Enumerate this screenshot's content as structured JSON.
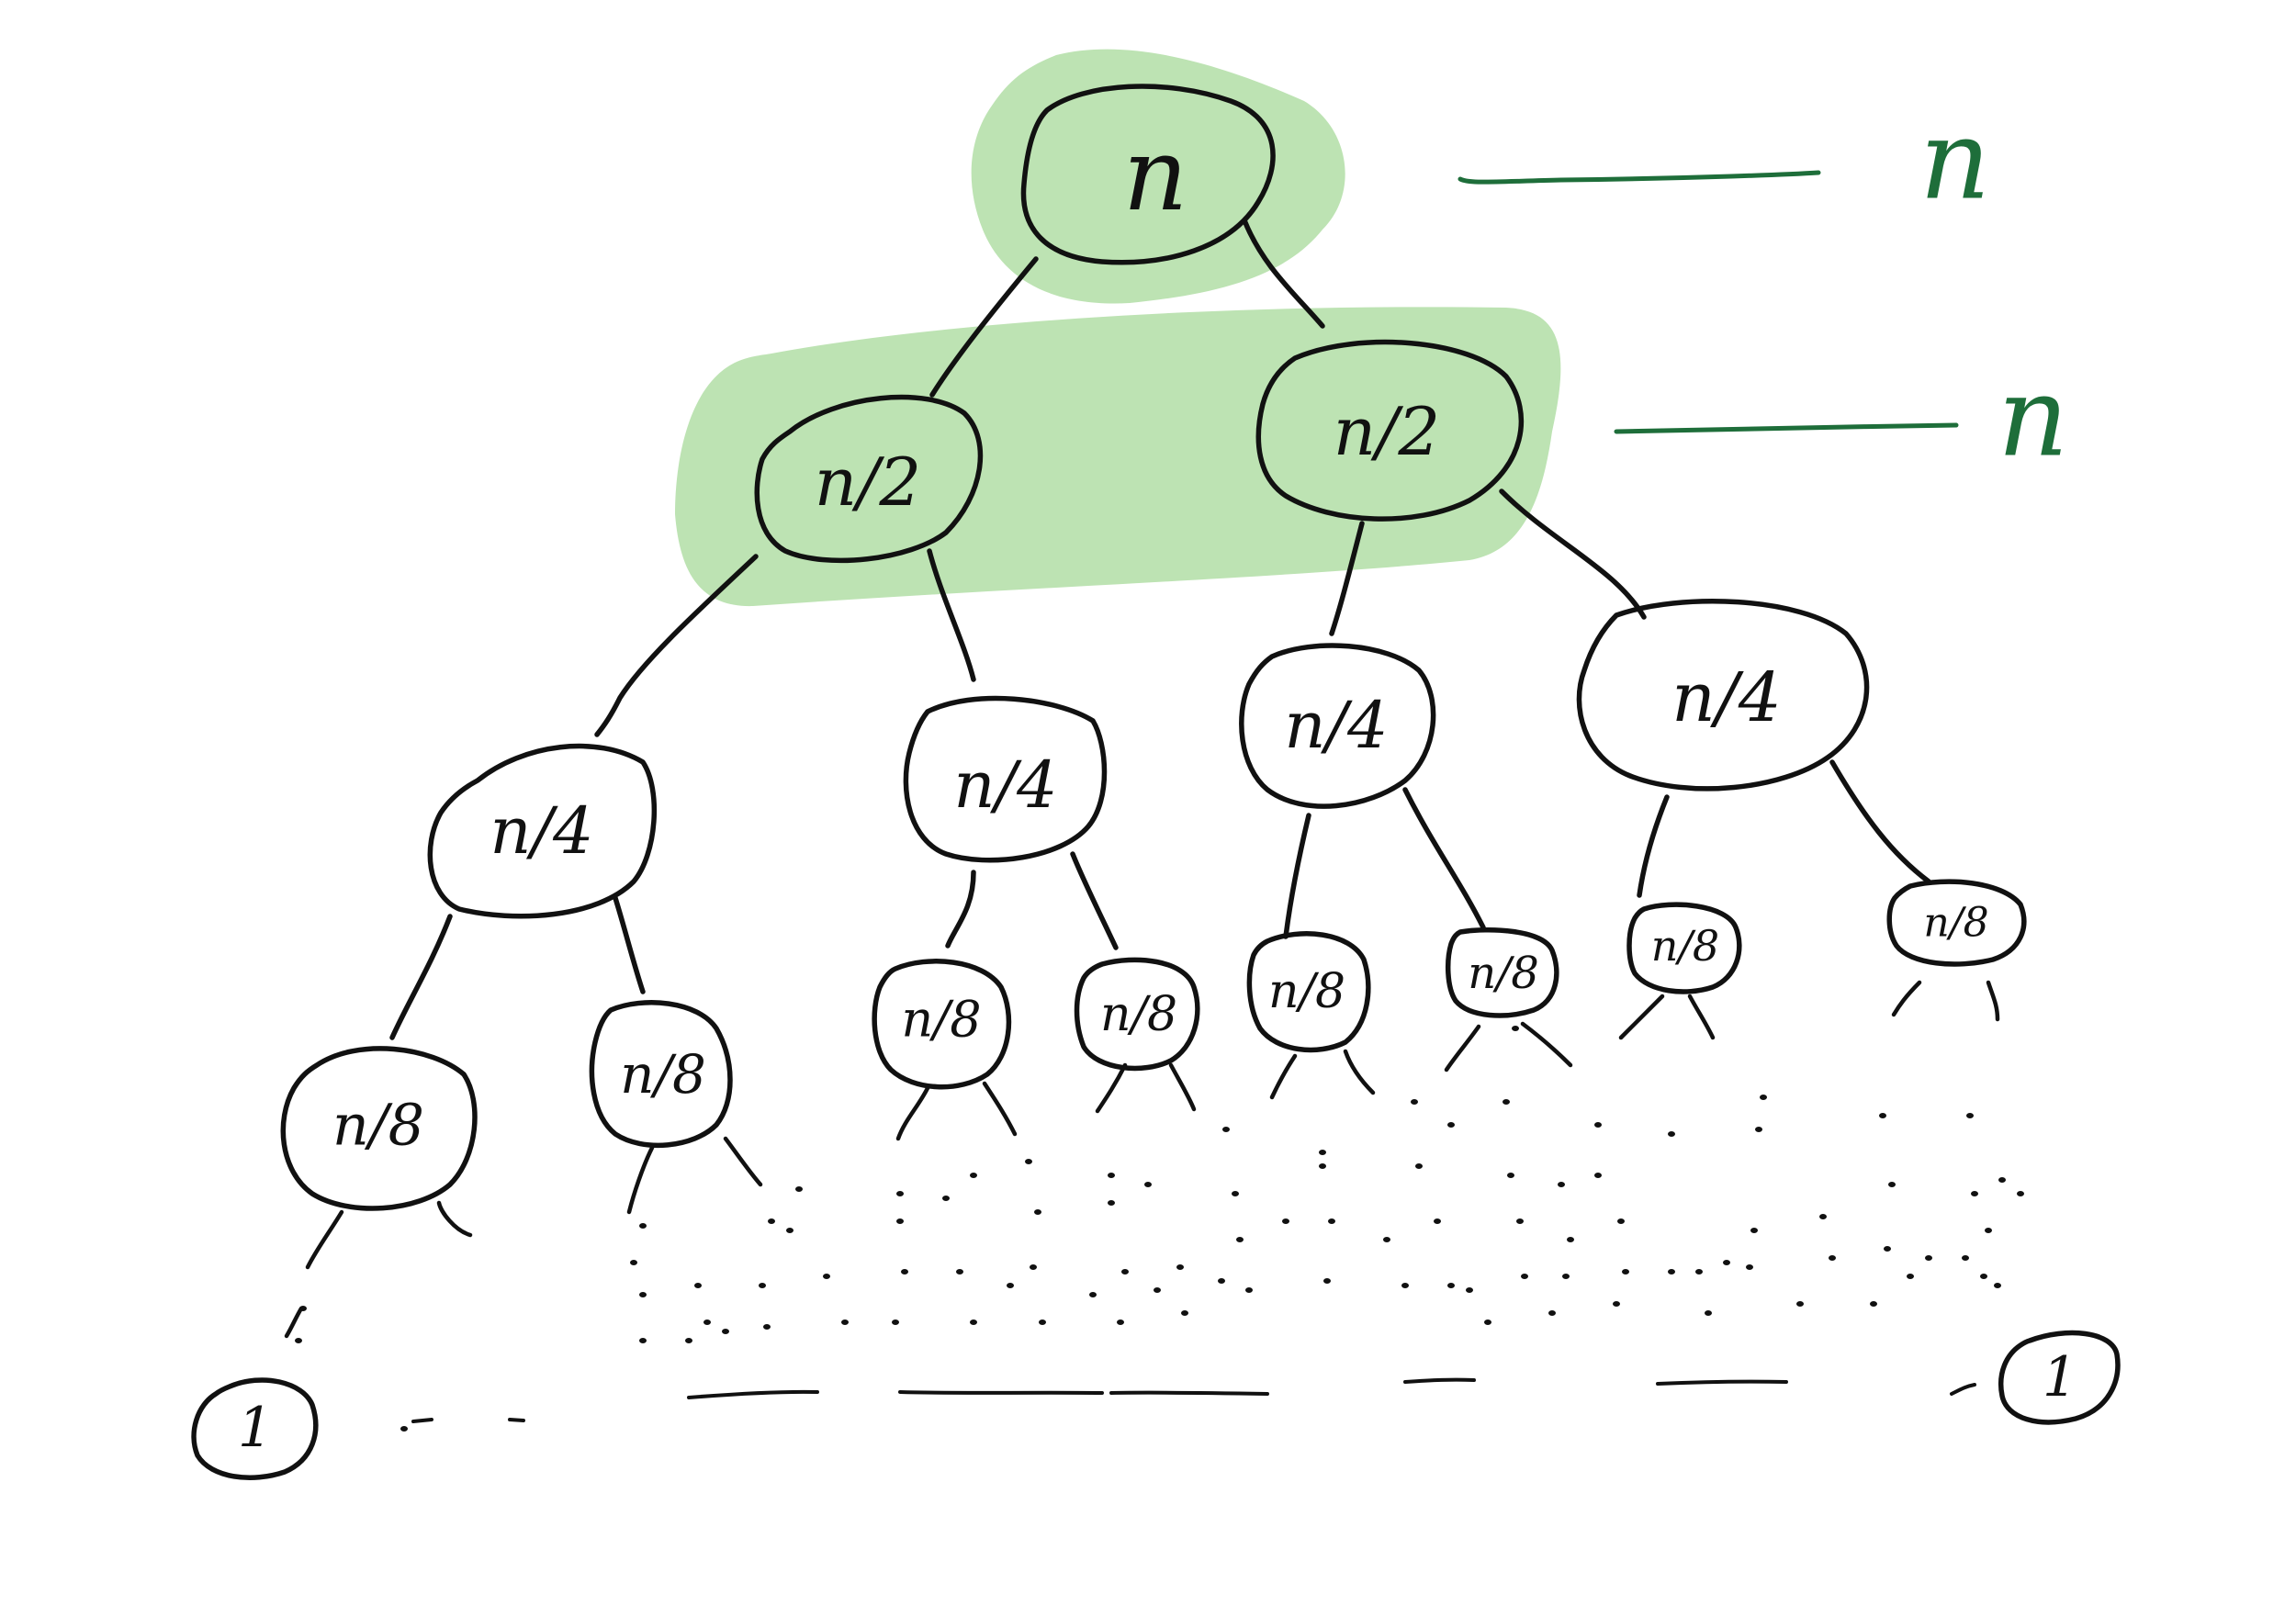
{
  "diagram": {
    "title": "",
    "colors": {
      "highlight": "#bde3b3",
      "annotation": "#1e6e3a",
      "ink": "#111111"
    },
    "root": {
      "label": "n",
      "highlighted": true,
      "children": [
        {
          "label": "n/2",
          "highlighted": true,
          "children": [
            {
              "label": "n/4",
              "children": [
                {
                  "label": "n/8"
                },
                {
                  "label": "n/8"
                }
              ]
            },
            {
              "label": "n/4",
              "children": [
                {
                  "label": "n/8"
                },
                {
                  "label": "n/8"
                }
              ]
            }
          ]
        },
        {
          "label": "n/2",
          "highlighted": true,
          "children": [
            {
              "label": "n/4",
              "children": [
                {
                  "label": "n/8"
                },
                {
                  "label": "n/8"
                }
              ]
            },
            {
              "label": "n/4",
              "children": [
                {
                  "label": "n/8"
                },
                {
                  "label": "n/8"
                }
              ]
            }
          ]
        }
      ]
    },
    "leaves": [
      {
        "label": "1"
      },
      {
        "label": "1"
      }
    ],
    "level_sums": [
      {
        "level": 0,
        "label": "n"
      },
      {
        "level": 1,
        "label": "n"
      }
    ]
  }
}
